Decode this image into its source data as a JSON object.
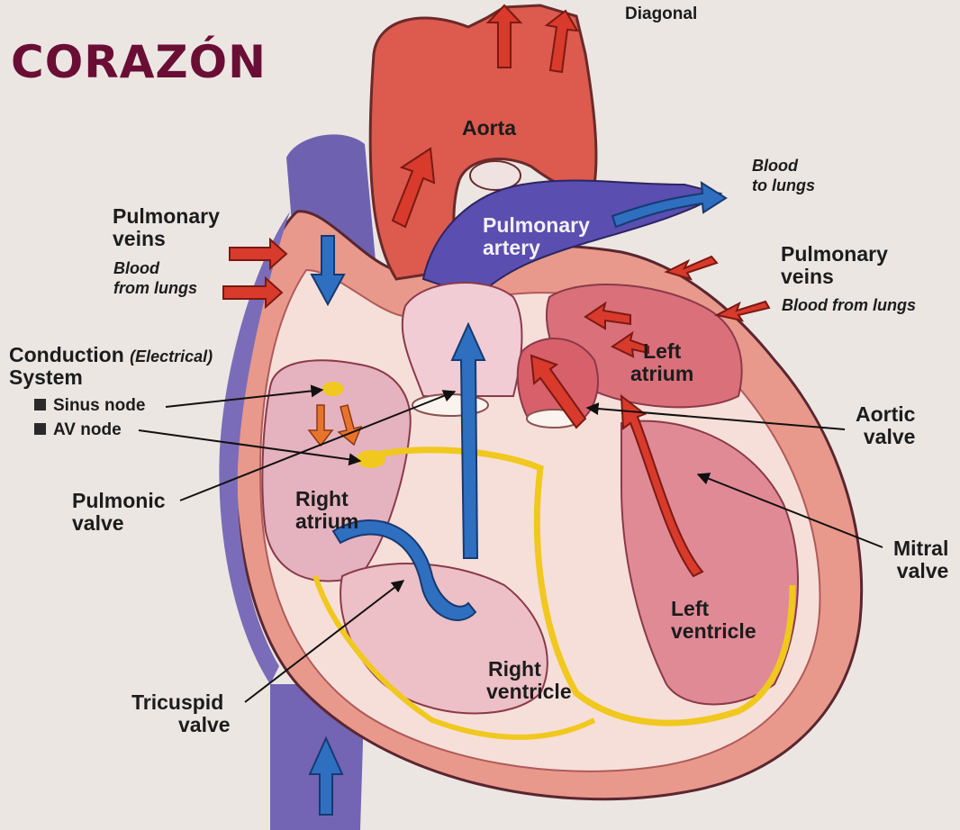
{
  "title": "CORAZÓN",
  "labels": {
    "diagonal": "Diagonal",
    "aorta": "Aorta",
    "pulmonary_artery": [
      "Pulmonary",
      "artery"
    ],
    "blood_to_lungs": [
      "Blood",
      "to lungs"
    ],
    "pulmonary_veins_left": [
      "Pulmonary",
      "veins"
    ],
    "blood_from_lungs_left": [
      "Blood",
      "from lungs"
    ],
    "pulmonary_veins_right": [
      "Pulmonary",
      "veins"
    ],
    "blood_from_lungs_right": "Blood from lungs",
    "conduction": "Conduction",
    "electrical": "(Electrical)",
    "system": "System",
    "sinus_node": "Sinus node",
    "av_node": "AV node",
    "pulmonic_valve": [
      "Pulmonic",
      "valve"
    ],
    "right_atrium": [
      "Right",
      "atrium"
    ],
    "left_atrium": [
      "Left",
      "atrium"
    ],
    "aortic_valve": [
      "Aortic",
      "valve"
    ],
    "mitral_valve": [
      "Mitral",
      "valve"
    ],
    "left_ventricle": [
      "Left",
      "ventricle"
    ],
    "right_ventricle": [
      "Right",
      "ventricle"
    ],
    "tricuspid_valve": [
      "Tricuspid",
      "valve"
    ]
  },
  "colors": {
    "title": "#6a0e36",
    "oxygenated_arrow": "#d83a2c",
    "deoxygenated_arrow": "#2f6fc0",
    "conduction_path": "#f0c81e",
    "vena_cava": "#7a6cb8",
    "heart_wall": "#e89a8c"
  }
}
